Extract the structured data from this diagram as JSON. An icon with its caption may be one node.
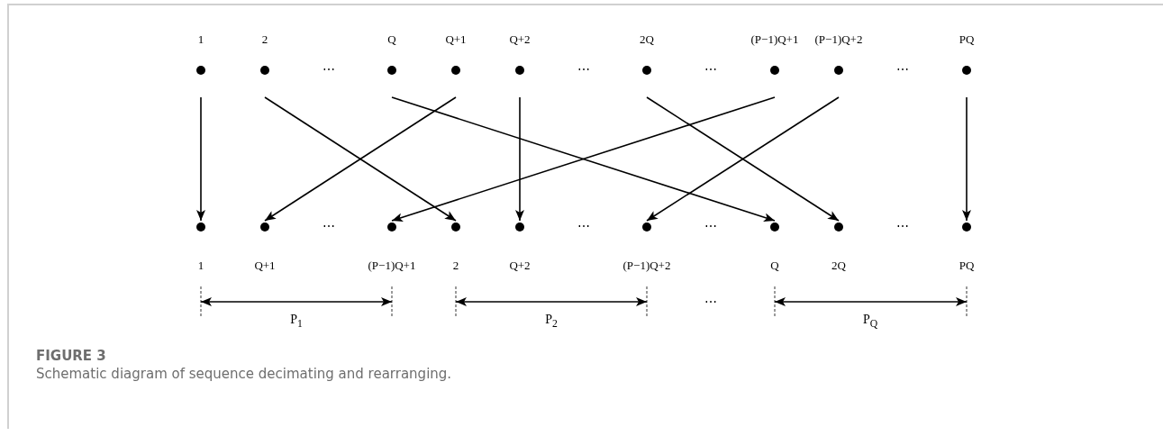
{
  "diagram": {
    "title": "FIGURE 3",
    "caption": "Schematic diagram of sequence decimating and rearranging.",
    "nodes": [
      {
        "text": [
          "1"
        ]
      },
      {
        "text": [
          "2"
        ]
      },
      {
        "text": [
          "Q"
        ]
      },
      {
        "text": [
          "Q+1"
        ]
      },
      {
        "text": [
          "Q+2"
        ]
      },
      {
        "text": [
          "2Q"
        ]
      },
      {
        "text": [
          "(P−1)Q+1"
        ]
      },
      {
        "text": [
          "(P−1)Q+2"
        ]
      },
      {
        "text": [
          "PQ"
        ]
      },
      {
        "text": [
          "1"
        ]
      },
      {
        "text": [
          "Q+1"
        ]
      },
      {
        "text": [
          "(P−1)Q+1"
        ]
      },
      {
        "text": [
          "2"
        ]
      },
      {
        "text": [
          "Q+2"
        ]
      },
      {
        "text": [
          "(P−1)Q+2"
        ]
      },
      {
        "text": [
          "Q"
        ]
      },
      {
        "text": [
          "2Q"
        ]
      },
      {
        "text": [
          "PQ"
        ]
      }
    ],
    "edges": [
      {
        "from": 0,
        "to": 9,
        "arrow": "to"
      },
      {
        "from": 1,
        "to": 12,
        "arrow": "to"
      },
      {
        "from": 2,
        "to": 15,
        "arrow": "to"
      },
      {
        "from": 3,
        "to": 10,
        "arrow": "to"
      },
      {
        "from": 4,
        "to": 13,
        "arrow": "to"
      },
      {
        "from": 5,
        "to": 16,
        "arrow": "to"
      },
      {
        "from": 6,
        "to": 11,
        "arrow": "to"
      },
      {
        "from": 7,
        "to": 14,
        "arrow": "to"
      },
      {
        "from": 8,
        "to": 17,
        "arrow": "to"
      }
    ],
    "labels": [
      "⋯",
      "⋯",
      "⋯",
      "⋯",
      "⋯",
      "⋯",
      "⋯",
      "⋯",
      "P$_{1}$",
      "P$_{2}$",
      "⋯",
      "P$_{Q}$"
    ]
  }
}
